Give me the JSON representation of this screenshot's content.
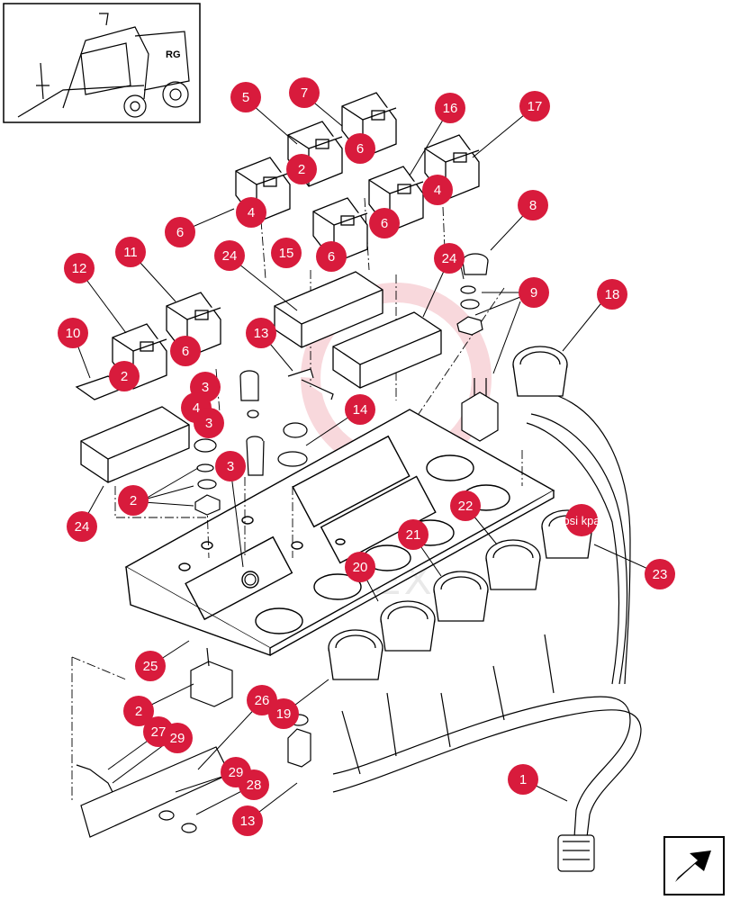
{
  "diagram": {
    "watermark": "MOTEX",
    "accent_color": "#d81b3c",
    "gauge_units": "psi kpa",
    "callouts": [
      "1",
      "2",
      "3",
      "4",
      "5",
      "6",
      "7",
      "8",
      "9",
      "10",
      "11",
      "12",
      "13",
      "14",
      "15",
      "16",
      "17",
      "18",
      "19",
      "20",
      "21",
      "22",
      "23",
      "24",
      "25",
      "26",
      "27",
      "28",
      "29"
    ]
  },
  "inset": {
    "machine_label": "RG"
  },
  "nav": {
    "icon": "next-arrow-icon"
  }
}
